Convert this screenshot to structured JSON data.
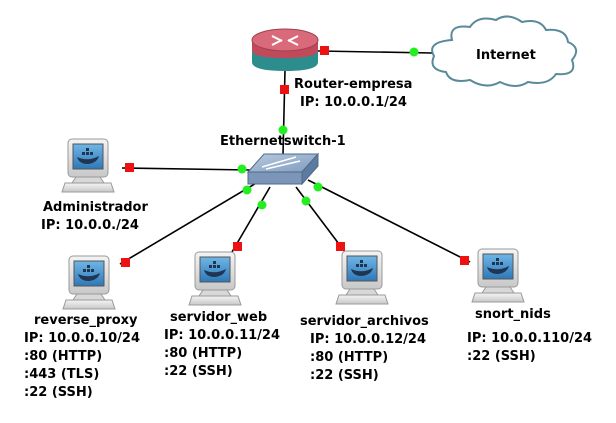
{
  "internet": {
    "label": "Internet"
  },
  "router": {
    "name": "Router-empresa",
    "ip": "IP: 10.0.0.1/24"
  },
  "switch": {
    "name": "Ethernetswitch-1"
  },
  "admin": {
    "name": "Administrador",
    "ip": "IP: 10.0.0./24"
  },
  "reverse_proxy": {
    "name": "reverse_proxy",
    "lines": [
      "IP: 10.0.0.10/24",
      ":80 (HTTP)",
      ":443 (TLS)",
      ":22 (SSH)"
    ]
  },
  "servidor_web": {
    "name": "servidor_web",
    "lines": [
      "IP: 10.0.0.11/24",
      ":80 (HTTP)",
      ":22 (SSH)"
    ]
  },
  "servidor_archivos": {
    "name": "servidor_archivos",
    "lines": [
      "IP: 10.0.0.12/24",
      ":80 (HTTP)",
      ":22 (SSH)"
    ]
  },
  "snort_nids": {
    "name": "snort_nids",
    "lines": [
      "IP: 10.0.0.110/24",
      ":22 (SSH)"
    ]
  },
  "colors": {
    "link_up": "#22ee22",
    "link_stopped": "#ee1111",
    "cloud_stroke": "#5a8a9a"
  }
}
